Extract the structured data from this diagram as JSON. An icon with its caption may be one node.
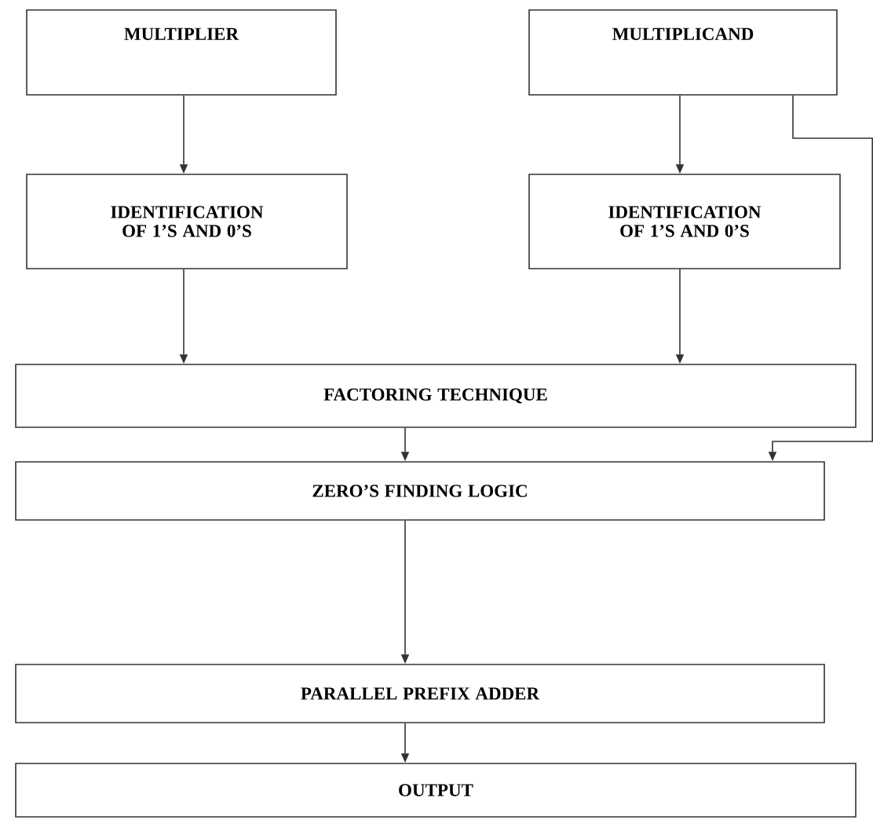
{
  "diagram": {
    "nodes": [
      {
        "text": [
          "MULTIPLIER"
        ]
      },
      {
        "text": [
          "MULTIPLICAND"
        ]
      },
      {
        "text": [
          "IDENTIFICATION OF 1’S AND 0’S"
        ]
      },
      {
        "text": [
          "IDENTIFICATION OF 1’S AND 0’S"
        ]
      },
      {
        "text": [
          "FACTORING TECHNIQUE"
        ]
      },
      {
        "text": [
          "ZERO’S FINDING LOGIC"
        ]
      },
      {
        "text": [
          "PARALLEL PREFIX ADDER"
        ]
      },
      {
        "text": [
          "OUTPUT"
        ]
      }
    ],
    "edges": [
      {
        "from": 0,
        "to": 2,
        "arrow": "to"
      },
      {
        "from": 1,
        "to": 3,
        "arrow": "to"
      },
      {
        "from": 2,
        "to": 4,
        "arrow": "to"
      },
      {
        "from": 3,
        "to": 4,
        "arrow": "to"
      },
      {
        "from": 4,
        "to": 5,
        "arrow": "to"
      },
      {
        "from": 1,
        "to": 5,
        "arrow": "to"
      },
      {
        "from": 5,
        "to": 6,
        "arrow": "to"
      },
      {
        "from": 6,
        "to": 7,
        "arrow": "to"
      }
    ]
  }
}
